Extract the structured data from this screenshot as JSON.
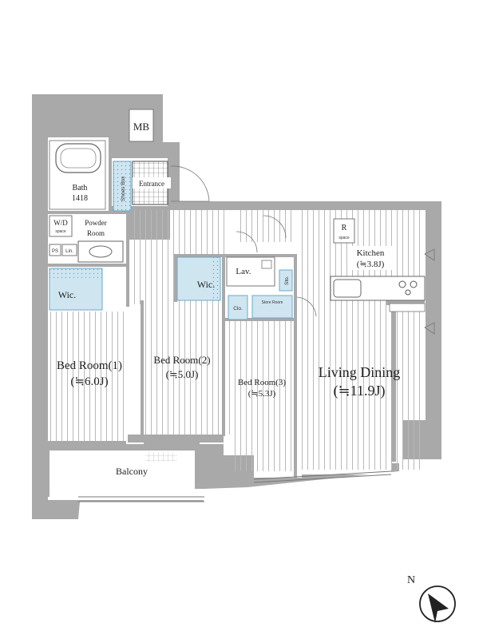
{
  "plan": {
    "rooms": {
      "mb": "MB",
      "bath_name": "Bath",
      "bath_size": "1418",
      "shoe_box": "Shoes Box",
      "entrance": "Entrance",
      "wd_name": "W/D",
      "wd_sub": "space",
      "powder_line1": "Powder",
      "powder_line2": "Room",
      "ps": "PS",
      "lin": "Lin.",
      "wic1": "Wic.",
      "wic2": "Wic.",
      "lav": "Lav.",
      "sto": "Sto.",
      "clo": "Clo.",
      "storeroom": "Store Room",
      "r_name": "R",
      "r_sub": "space",
      "kitchen_name": "Kitchen",
      "kitchen_size": "(≒3.8J)",
      "bed1_name": "Bed Room(1)",
      "bed1_size": "(≒6.0J)",
      "bed2_name": "Bed Room(2)",
      "bed2_size": "(≒5.0J)",
      "bed3_name": "Bed Room(3)",
      "bed3_size": "(≒5.3J)",
      "living_name": "Living Dining",
      "living_size": "(≒11.9J)",
      "balcony": "Balcony"
    },
    "compass_label": "N",
    "colors": {
      "wall": "#a9a9a9",
      "closet": "#cfe6f1",
      "floor_line": "#b8b8b8"
    }
  }
}
